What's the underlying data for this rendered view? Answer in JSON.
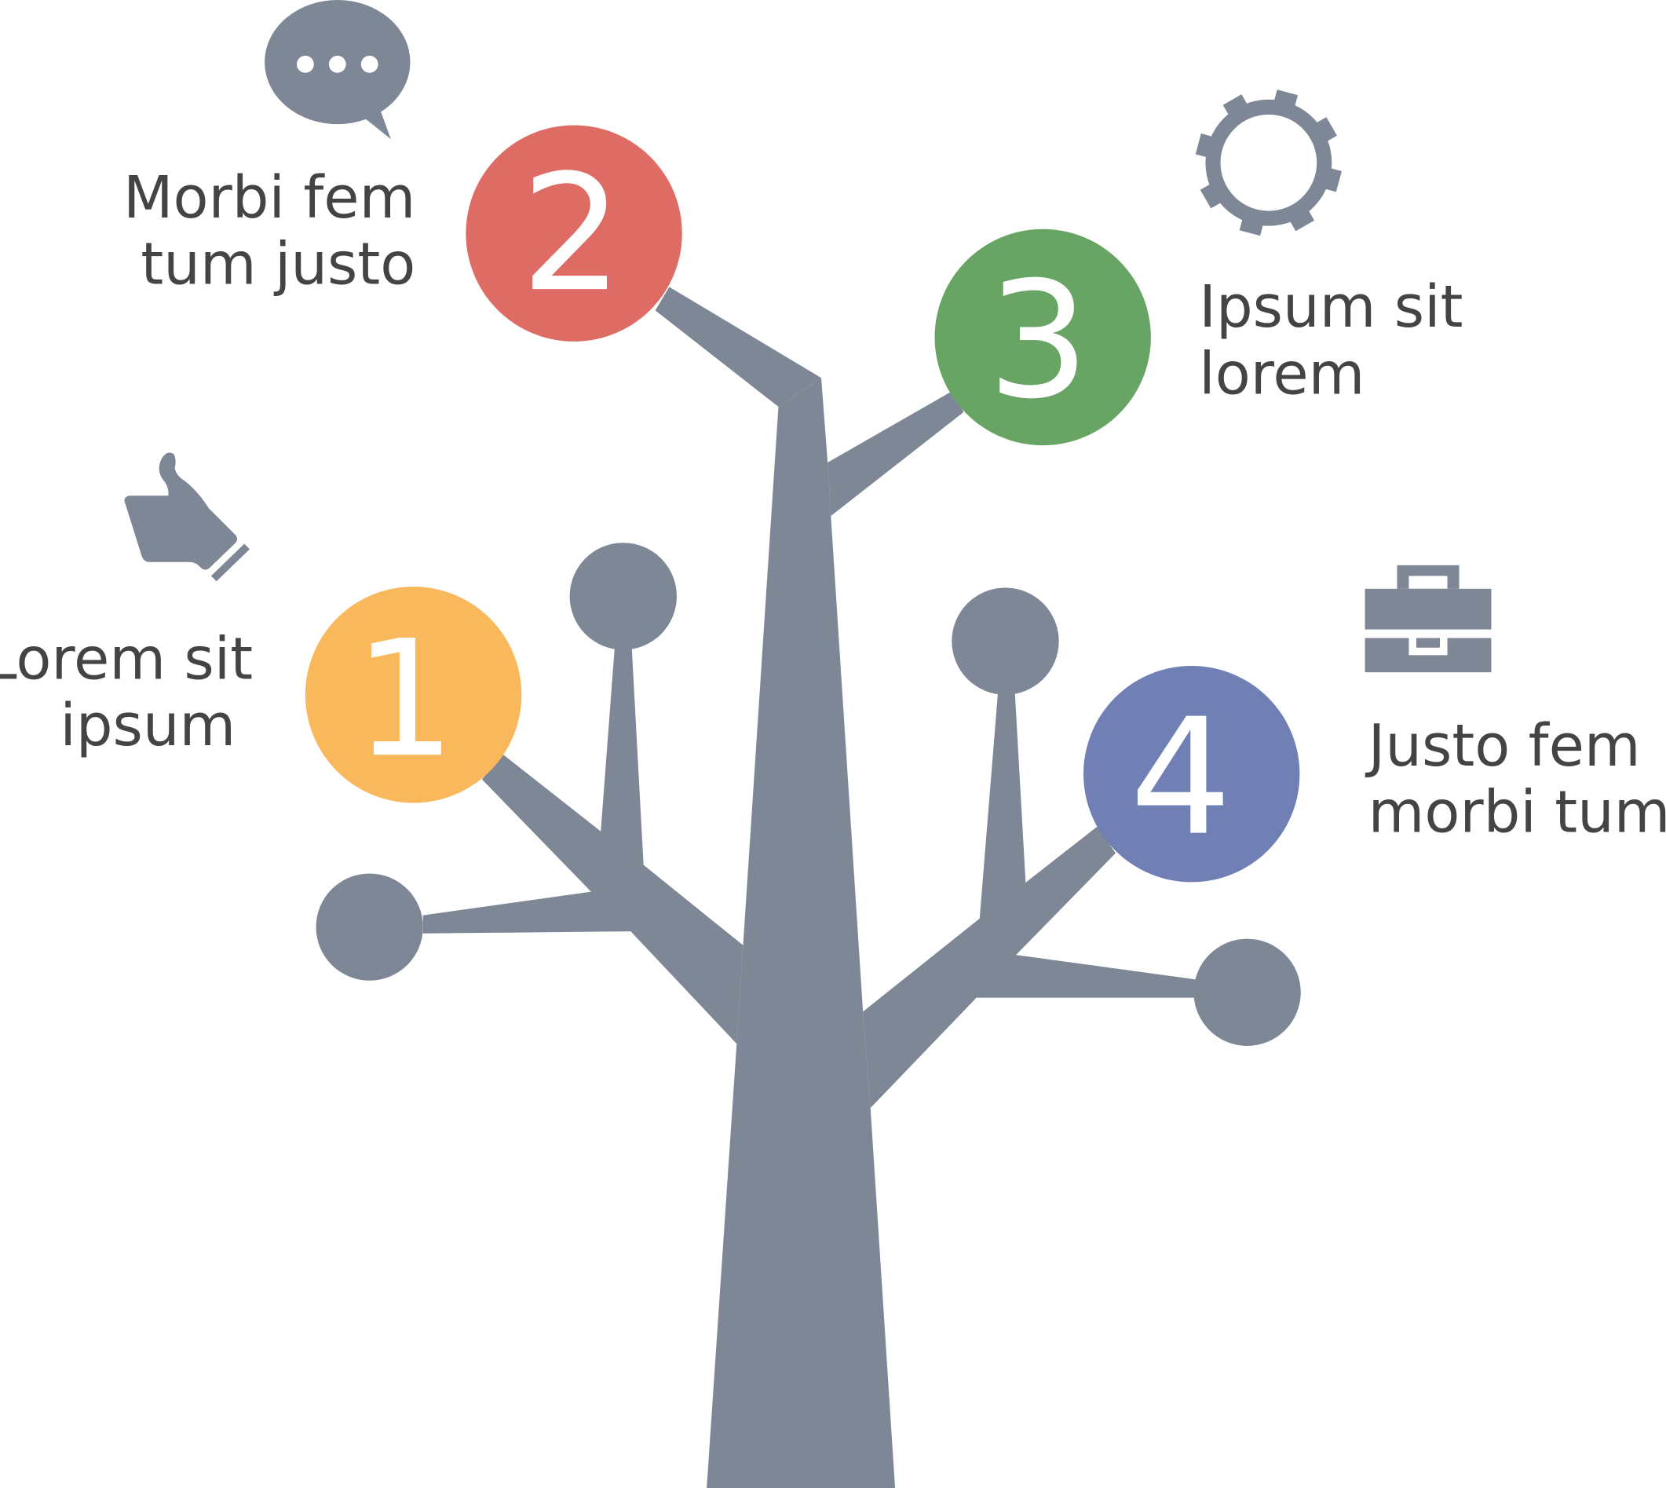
{
  "colors": {
    "tree": "#7E8796",
    "step1": "#F9B85C",
    "step2": "#DF6B65",
    "step3": "#68A564",
    "step4": "#7080B4"
  },
  "steps": [
    {
      "number": "1",
      "lines": [
        "Lorem sit",
        "ipsum"
      ],
      "icon": "thumbs-up-icon"
    },
    {
      "number": "2",
      "lines": [
        "Morbi fem",
        "tum justo"
      ],
      "icon": "speech-bubble-icon"
    },
    {
      "number": "3",
      "lines": [
        "Ipsum sit",
        "lorem"
      ],
      "icon": "gear-icon"
    },
    {
      "number": "4",
      "lines": [
        "Justo fem",
        "morbi tum"
      ],
      "icon": "briefcase-icon"
    }
  ]
}
